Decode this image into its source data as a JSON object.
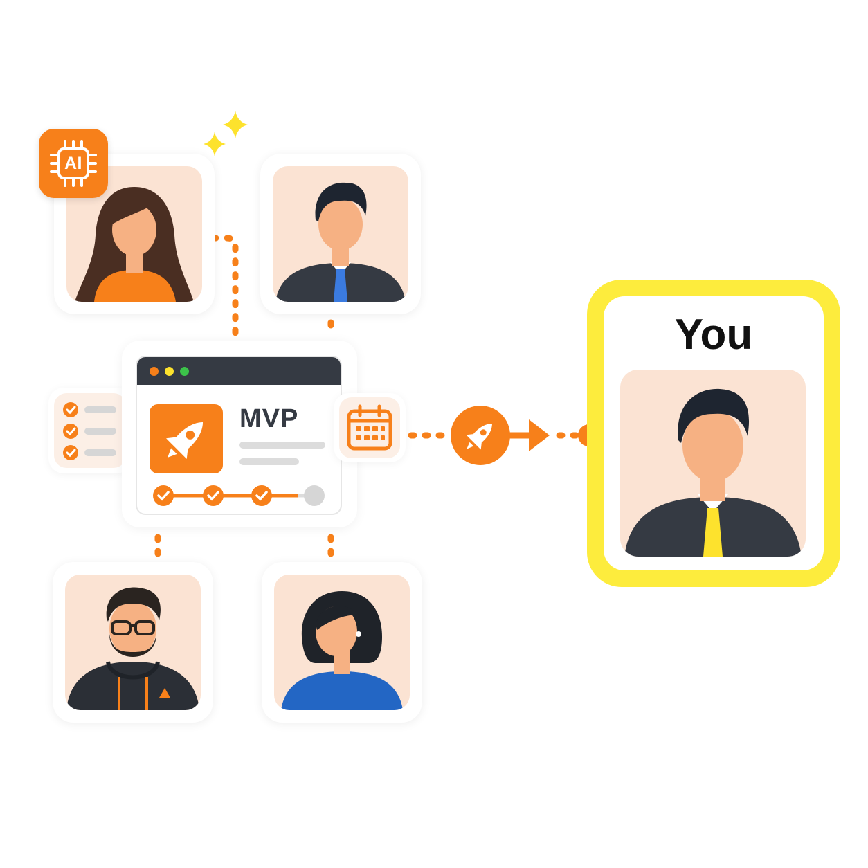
{
  "badge": {
    "label": "AI",
    "icon": "ai-chip-icon",
    "color": "#f7801a"
  },
  "mvp_window": {
    "title": "MVP",
    "icon": "rocket-icon",
    "progress_steps_done": 3,
    "progress_steps_total": 4
  },
  "you_card": {
    "title": "You",
    "border_color": "#fdec3d"
  },
  "colors": {
    "accent": "#f7801a",
    "dark": "#353a43",
    "tile_bg": "#fbe3d3",
    "highlight": "#fdec3d"
  }
}
